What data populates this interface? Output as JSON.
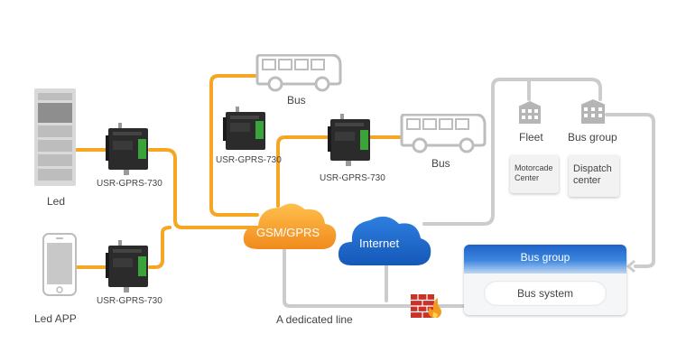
{
  "labels": {
    "led": "Led",
    "led_app": "Led APP",
    "device1": "USR-GPRS-730",
    "device2": "USR-GPRS-730",
    "device3": "USR-GPRS-730",
    "device4": "USR-GPRS-730",
    "bus_top": "Bus",
    "bus_mid": "Bus",
    "gsm_gprs": "GSM/GPRS",
    "internet": "Internet",
    "fleet": "Fleet",
    "bus_group": "Bus group",
    "motorcade_center": "Motorcade Center",
    "dispatch_center": "Dispatch center",
    "panel_title": "Bus group",
    "bus_system": "Bus system",
    "dedicated_line": "A dedicated line"
  },
  "colors": {
    "orange_line": "#f5a623",
    "gray_line": "#cccccc",
    "cloud_blue": "#1b6fd1",
    "cloud_orange": "#f7a32a",
    "device_dark": "#2b2b2b",
    "device_green": "#3aa33a"
  }
}
